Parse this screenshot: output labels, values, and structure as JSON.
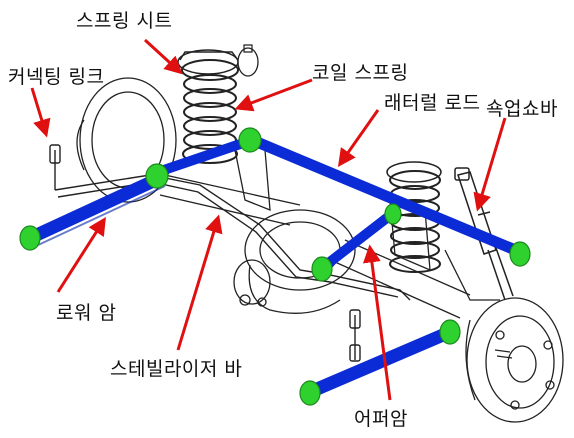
{
  "labels": {
    "spring_seat": "스프링 시트",
    "connecting_link": "커넥팅 링크",
    "coil_spring": "코일 스프링",
    "lateral_rod": "래터럴 로드",
    "shock_absorber": "쇽업쇼바",
    "lower_arm": "로워 암",
    "stabilizer_bar": "스테빌라이저 바",
    "upper_arm": "어퍼암"
  },
  "colors": {
    "arm_blue": "#0a2bd6",
    "bushing_green": "#2fd12f",
    "leader_red": "#e01010",
    "line_art": "#222222"
  }
}
